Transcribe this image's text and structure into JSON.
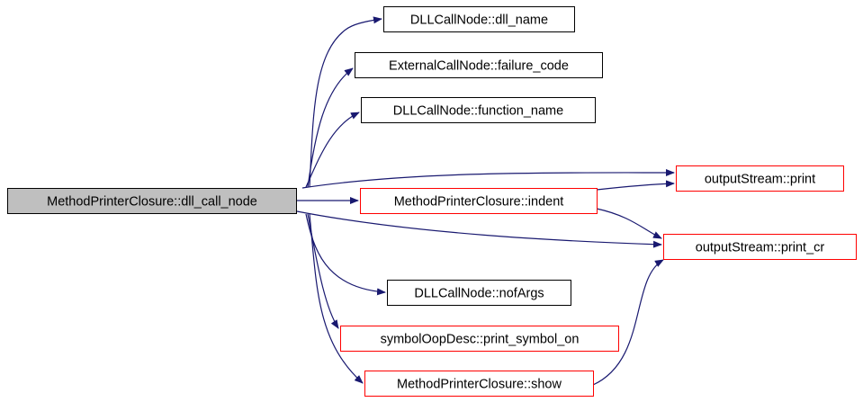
{
  "colors": {
    "edge": "#191970",
    "root_fill": "#bfbfbf",
    "root_border": "#000000",
    "black_border": "#000000",
    "red_border": "#ff0000",
    "node_fill": "#ffffff"
  },
  "nodes": [
    {
      "id": "root",
      "label": "MethodPrinterClosure::dll_call_node",
      "border": "black",
      "root": true
    },
    {
      "id": "dll_name",
      "label": "DLLCallNode::dll_name",
      "border": "black"
    },
    {
      "id": "failure_code",
      "label": "ExternalCallNode::failure_code",
      "border": "black"
    },
    {
      "id": "function_name",
      "label": "DLLCallNode::function_name",
      "border": "black"
    },
    {
      "id": "print",
      "label": "outputStream::print",
      "border": "red"
    },
    {
      "id": "indent",
      "label": "MethodPrinterClosure::indent",
      "border": "red"
    },
    {
      "id": "print_cr",
      "label": "outputStream::print_cr",
      "border": "red"
    },
    {
      "id": "nofArgs",
      "label": "DLLCallNode::nofArgs",
      "border": "black"
    },
    {
      "id": "print_symbol_on",
      "label": "symbolOopDesc::print_symbol_on",
      "border": "red"
    },
    {
      "id": "show",
      "label": "MethodPrinterClosure::show",
      "border": "red"
    }
  ],
  "edges": [
    {
      "from": "root",
      "to": "dll_name"
    },
    {
      "from": "root",
      "to": "failure_code"
    },
    {
      "from": "root",
      "to": "function_name"
    },
    {
      "from": "root",
      "to": "print"
    },
    {
      "from": "root",
      "to": "indent"
    },
    {
      "from": "root",
      "to": "print_cr"
    },
    {
      "from": "root",
      "to": "nofArgs"
    },
    {
      "from": "root",
      "to": "print_symbol_on"
    },
    {
      "from": "root",
      "to": "show"
    },
    {
      "from": "indent",
      "to": "print"
    },
    {
      "from": "indent",
      "to": "print_cr"
    },
    {
      "from": "show",
      "to": "print_cr"
    }
  ]
}
